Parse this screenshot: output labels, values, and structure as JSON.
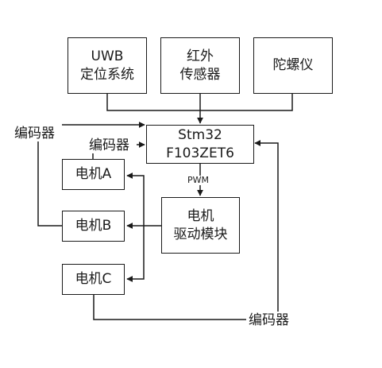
{
  "blocks": {
    "uwb": {
      "line1": "UWB",
      "line2": "定位系统"
    },
    "ir": {
      "line1": "红外",
      "line2": "传感器"
    },
    "gyro": {
      "line1": "陀螺仪"
    },
    "mcu": {
      "line1": "Stm32",
      "line2": "F103ZET6"
    },
    "motor_a": {
      "line1": "电机A"
    },
    "motor_b": {
      "line1": "电机B"
    },
    "motor_c": {
      "line1": "电机C"
    },
    "driver": {
      "line1": "电机",
      "line2": "驱动模块"
    }
  },
  "labels": {
    "encoder_left": "编码器",
    "encoder_mid": "编码器",
    "encoder_bottom": "编码器",
    "pwm": "PWM"
  },
  "colors": {
    "line": "#1a1a1a"
  }
}
